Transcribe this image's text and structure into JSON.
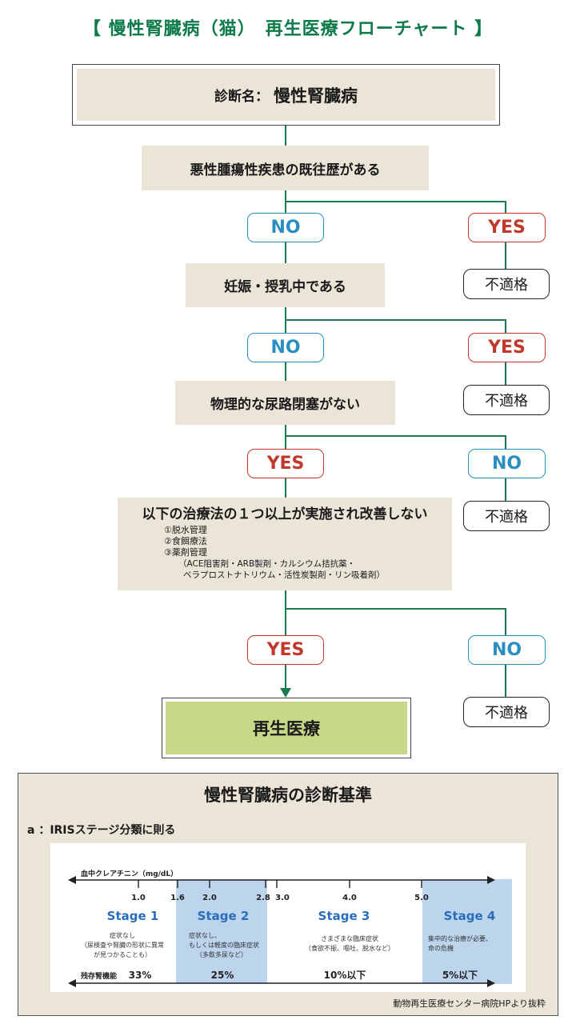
{
  "title": "【 慢性腎臓病（猫）　再生医療フローチャート 】",
  "diagnosis": {
    "label": "診断名：",
    "value": "慢性腎臓病"
  },
  "questions": [
    {
      "text": "悪性腫瘍性疾患の既往歴がある",
      "left": "NO",
      "right": "YES"
    },
    {
      "text": "妊娠・授乳中である",
      "left": "NO",
      "right": "YES"
    },
    {
      "text": "物理的な尿路閉塞がない",
      "left": "YES",
      "right": "NO"
    },
    {
      "text": "以下の治療法の１つ以上が実施され改善しない",
      "left": "YES",
      "right": "NO"
    }
  ],
  "treatments": [
    "①脱水管理",
    "②食餌療法",
    "③薬剤管理"
  ],
  "drug_detail_1": "（ACE阻害剤・ARB製剤・カルシウム拮抗薬・",
  "drug_detail_2": "ベラプロストナトリウム・活性炭製剤・リン吸着剤）",
  "not_eligible": "不適格",
  "final": "再生医療",
  "criteria": {
    "title": "慢性腎臓病の診断基準",
    "subtitle": "a ：IRISステージ分類に則る",
    "source": "動物再生医療センター病院HPより抜粋"
  },
  "iris": {
    "axis_label": "血中クレアチニン（mg/dL）",
    "ticks": [
      "1.0",
      "1.6",
      "2.0",
      "2.8",
      "3.0",
      "4.0",
      "5.0"
    ],
    "stages": [
      {
        "label": "Stage",
        "num": "1",
        "desc": [
          "症状なし",
          "（尿検査や腎臓の形状に異常",
          "が見つかることも）"
        ],
        "renal": "33%"
      },
      {
        "label": "Stage",
        "num": "2",
        "desc": [
          "症状なし、",
          "もしくは軽度の臨床症状",
          "（多飲多尿など）"
        ],
        "renal": "25%"
      },
      {
        "label": "Stage",
        "num": "3",
        "desc": [
          "さまざまな臨床症状",
          "（食欲不振、嘔吐、脱水など）"
        ],
        "renal": "10%以下"
      },
      {
        "label": "Stage",
        "num": "4",
        "desc": [
          "集中的な治療が必要、",
          "命の危機"
        ],
        "renal": "5%以下"
      }
    ],
    "renal_label": "残存腎機能",
    "stage_color": "#2a6ebb",
    "highlight_color": "#bcd4ec"
  }
}
